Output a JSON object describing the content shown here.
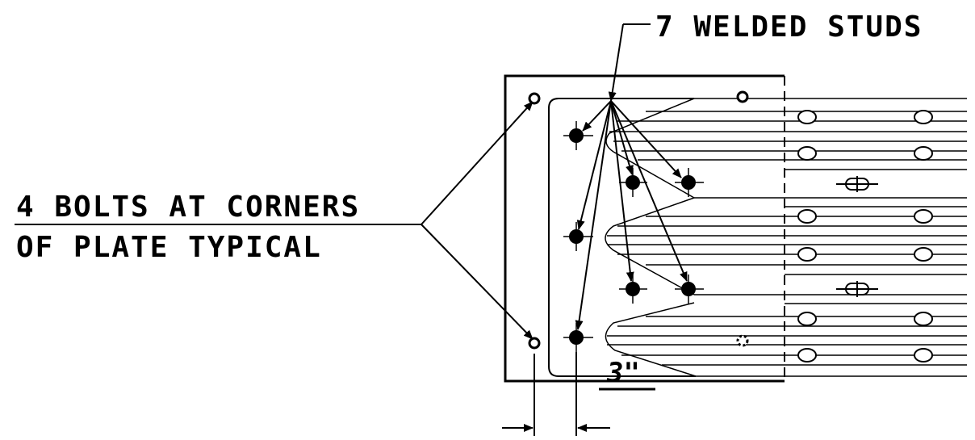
{
  "labels": {
    "studs": "7 WELDED STUDS",
    "bolts_line1": "4 BOLTS AT CORNERS",
    "bolts_line2": "OF PLATE TYPICAL",
    "dimension": "3\""
  }
}
